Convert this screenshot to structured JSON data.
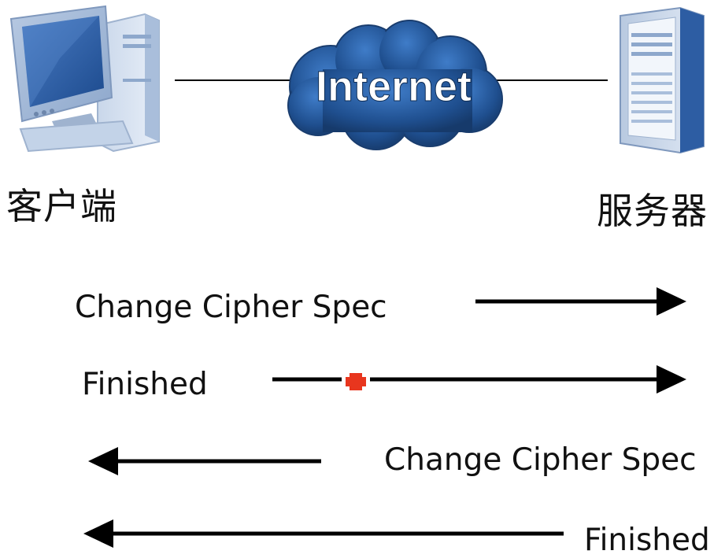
{
  "network": {
    "label": "Internet",
    "icon": "cloud-icon"
  },
  "client": {
    "label": "客户端",
    "icon": "desktop-computer-icon"
  },
  "server": {
    "label": "服务器",
    "icon": "server-tower-icon"
  },
  "messages": [
    {
      "label": "Change Cipher Spec",
      "direction": "client-to-server"
    },
    {
      "label": "Finished",
      "direction": "client-to-server"
    },
    {
      "label": "Change Cipher Spec",
      "direction": "server-to-client"
    },
    {
      "label": "Finished",
      "direction": "server-to-client"
    }
  ],
  "colors": {
    "arrow": "#000000",
    "cloud_fill": "#1f4f8f",
    "cloud_text": "#ffffff",
    "marker": "#e8361e"
  }
}
